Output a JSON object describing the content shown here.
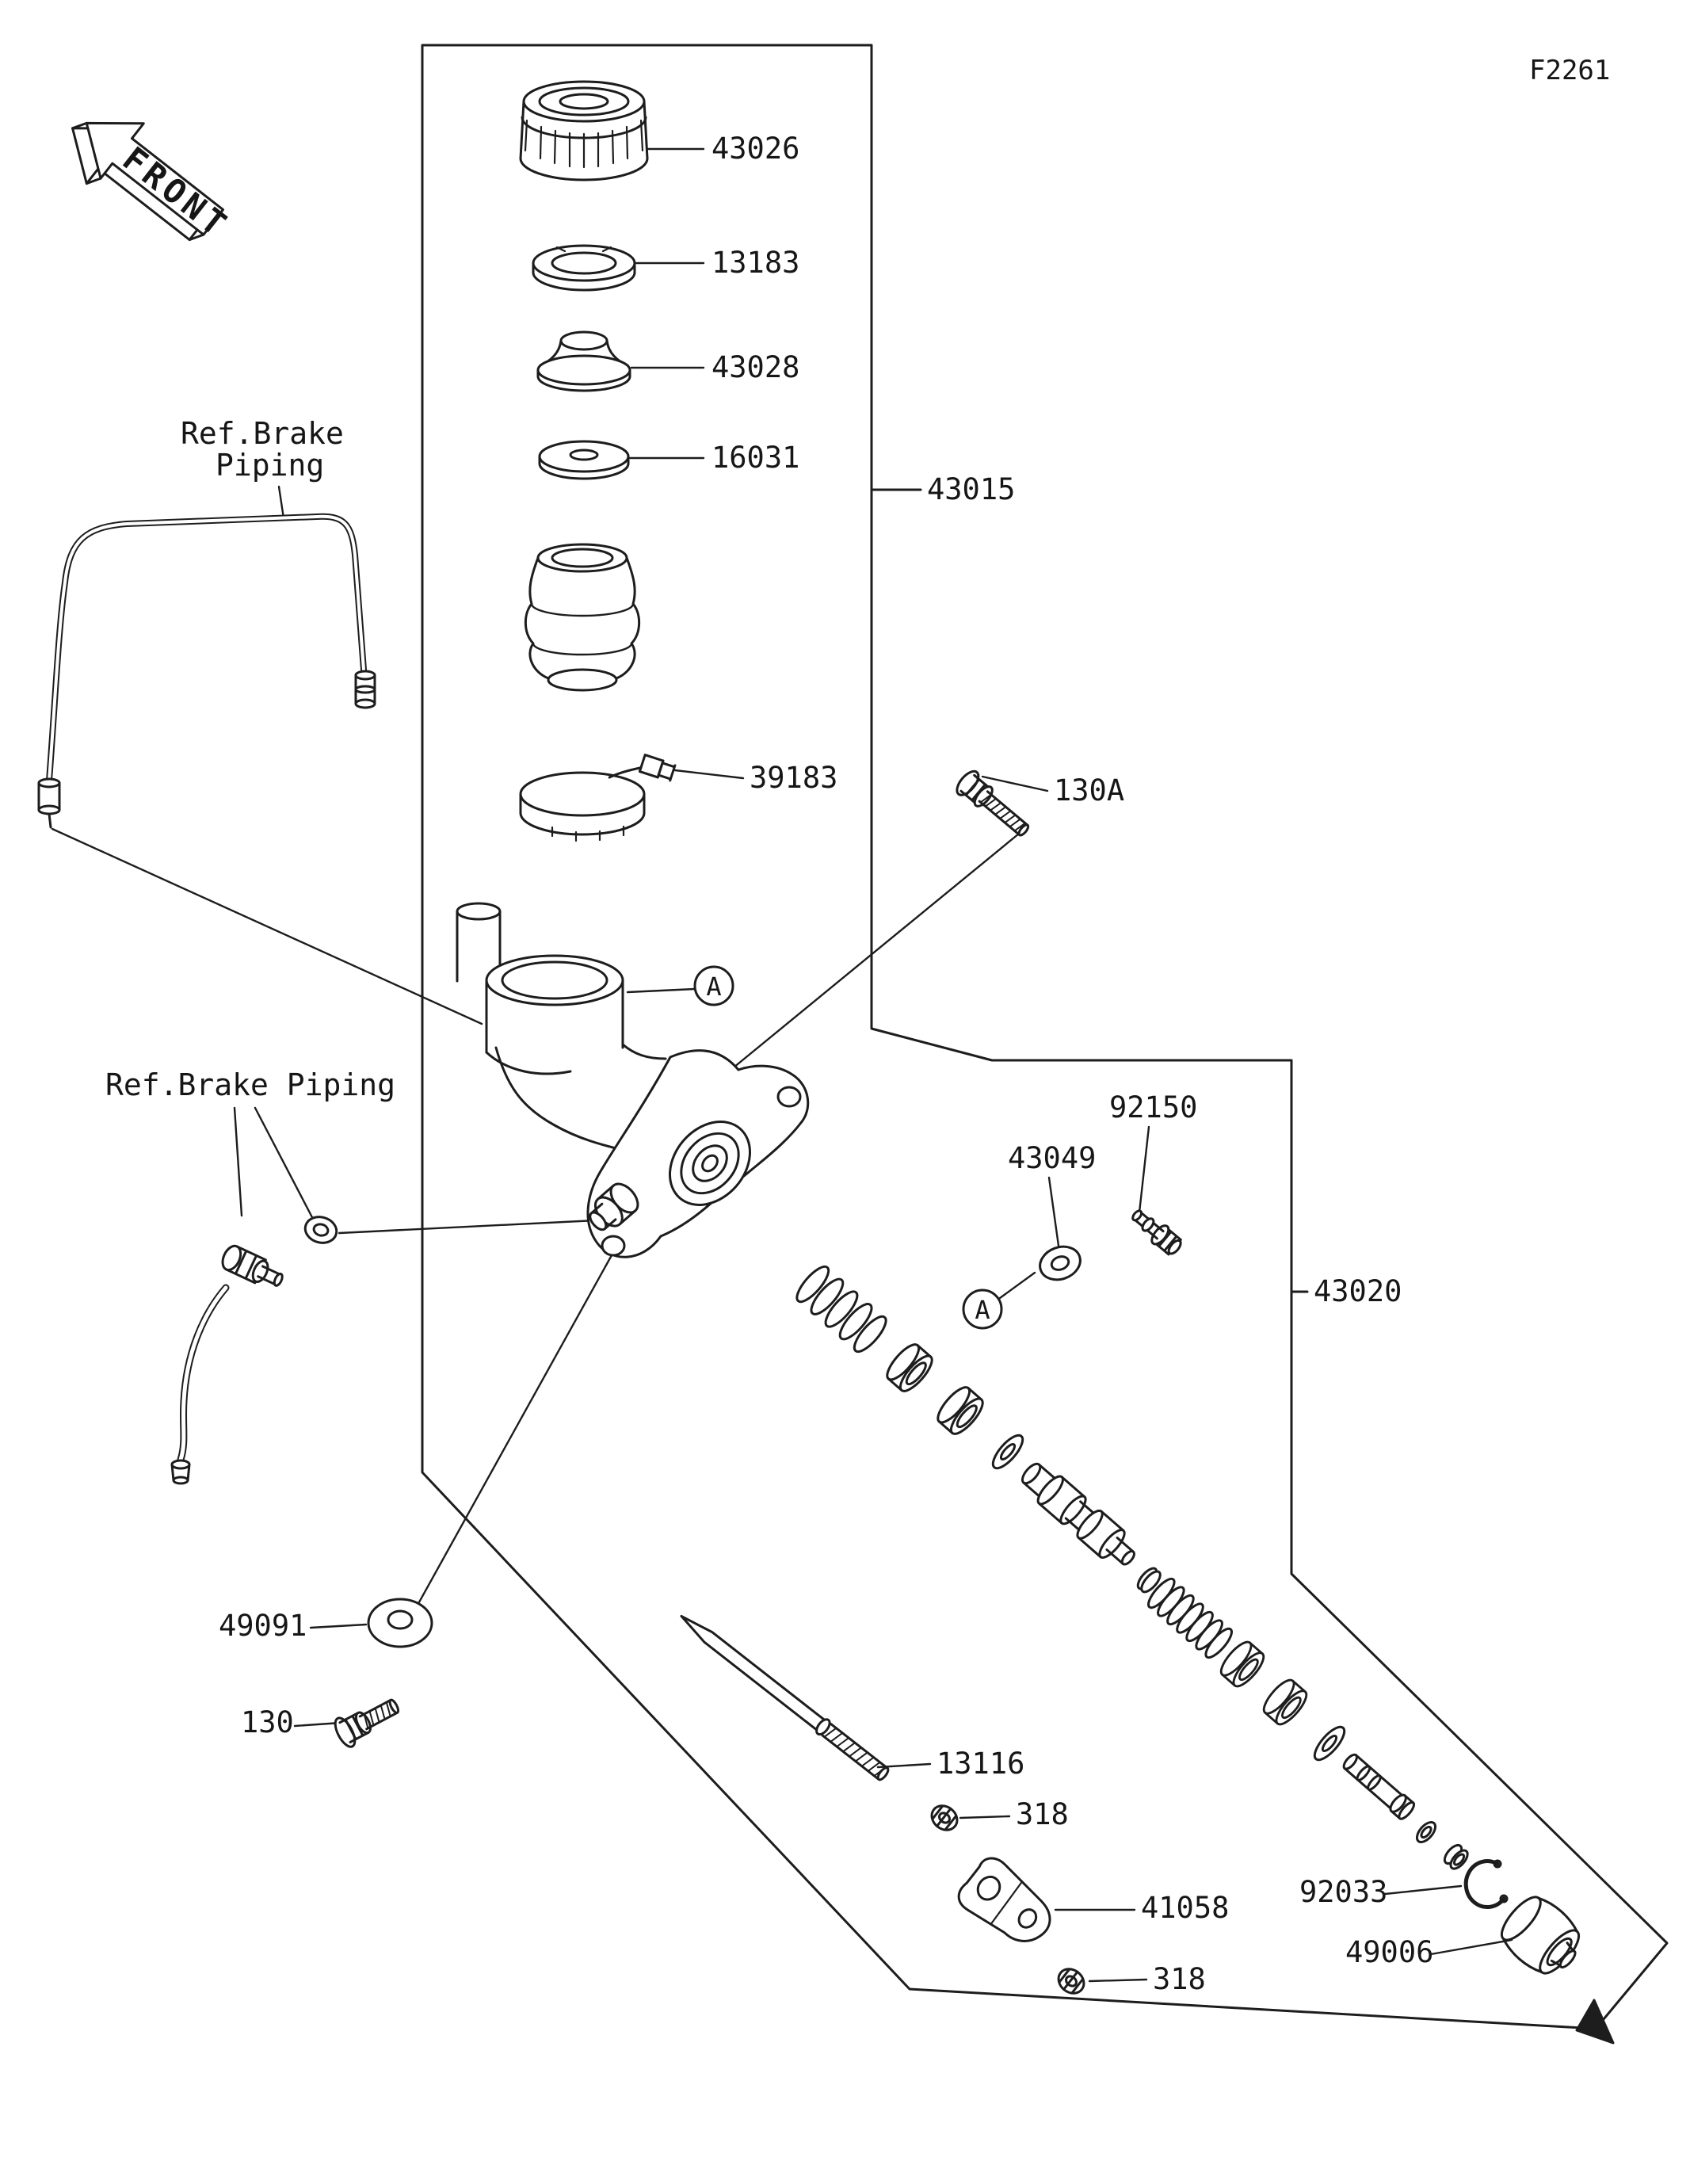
{
  "figure_code": "F2261",
  "front_marker": "FRONT",
  "detail_marker": "A",
  "ref_labels": {
    "top_line1": "Ref.Brake",
    "top_line2": "Piping",
    "mid": "Ref.Brake Piping"
  },
  "part_labels": {
    "cap": "43026",
    "plate_cap": "13183",
    "diaphragm": "43028",
    "gasket": "16031",
    "reservoir_assembly": "43015",
    "clamp": "39183",
    "bolt_flanged_small": "130A",
    "valve": "92150",
    "washer_plain": "43049",
    "cylinder_kit": "43020",
    "washer_49091": "49091",
    "bolt_flanged": "130",
    "rod_assembly": "13116",
    "nut_upper": "318",
    "joint": "41058",
    "nut_lower": "318",
    "circlip": "92033",
    "dust_cover": "49006"
  }
}
